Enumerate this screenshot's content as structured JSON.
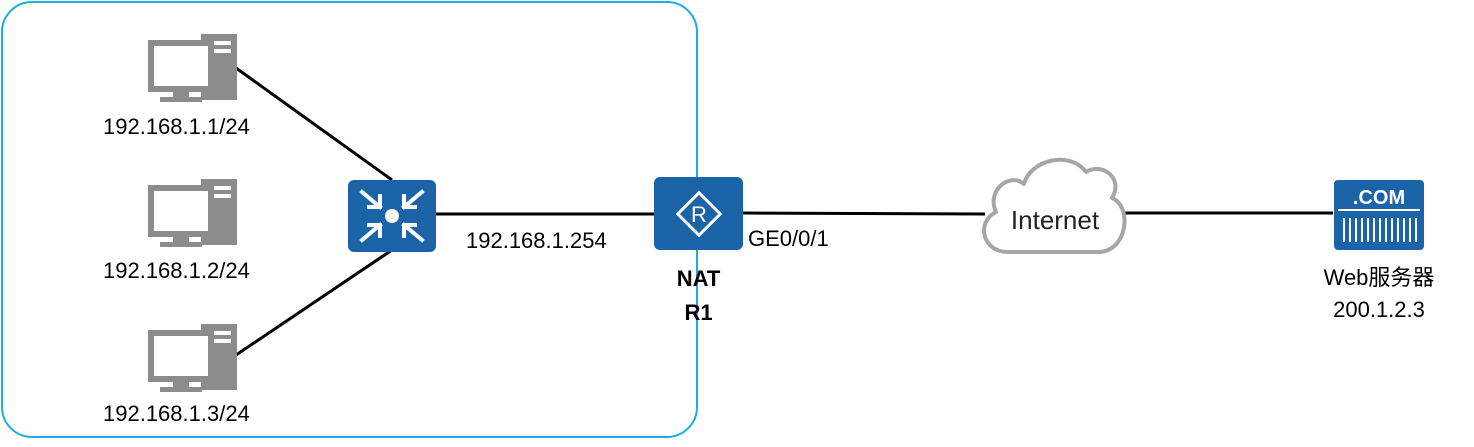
{
  "hosts": [
    {
      "ip": "192.168.1.1/24"
    },
    {
      "ip": "192.168.1.2/24"
    },
    {
      "ip": "192.168.1.3/24"
    }
  ],
  "router": {
    "lan_ip": "192.168.1.254",
    "wan_interface": "GE0/0/1",
    "role": "NAT",
    "name": "R1"
  },
  "cloud": {
    "label": "Internet"
  },
  "server": {
    "badge": ".COM",
    "name": "Web服务器",
    "ip": "200.1.2.3"
  },
  "colors": {
    "lan_border": "#1aaee0",
    "device_blue": "#1b64a8",
    "pc_gray": "#8c8c8c",
    "cloud_stroke": "#a6a6a6",
    "link": "#000000"
  },
  "icons": [
    "pc-icon",
    "switch-icon",
    "router-icon",
    "cloud-icon",
    "web-server-icon"
  ]
}
